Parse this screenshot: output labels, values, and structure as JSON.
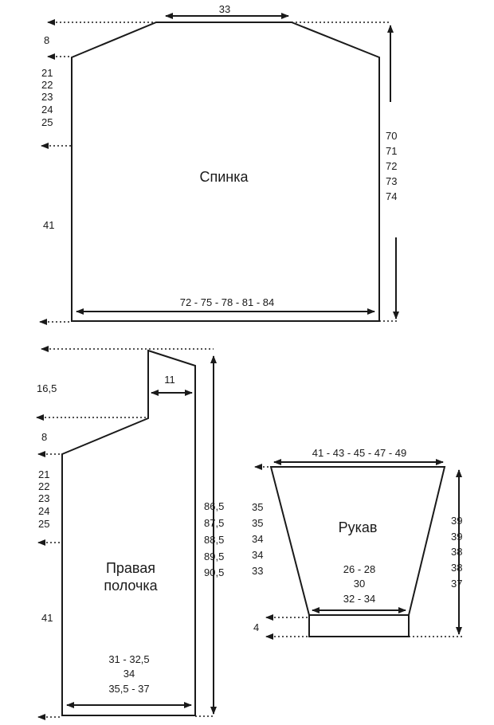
{
  "back": {
    "title": "Спинка",
    "neck_width": "33",
    "shoulder_drop": "8",
    "armhole_depths": [
      "21",
      "22",
      "23",
      "24",
      "25"
    ],
    "side_length": "41",
    "total_lengths": [
      "70",
      "71",
      "72",
      "73",
      "74"
    ],
    "bottom_width": "72 - 75 - 78 - 81 - 84"
  },
  "front": {
    "title_line1": "Правая",
    "title_line2": "полочка",
    "neck_depth": "16,5",
    "neck_width": "11",
    "shoulder_drop": "8",
    "armhole_depths": [
      "21",
      "22",
      "23",
      "24",
      "25"
    ],
    "side_length": "41",
    "total_lengths": [
      "86,5",
      "87,5",
      "88,5",
      "89,5",
      "90,5"
    ],
    "bottom_widths": [
      "31 - 32,5",
      "34",
      "35,5 - 37"
    ]
  },
  "sleeve": {
    "title": "Рукав",
    "top_width": "41 - 43 - 45 - 47 - 49",
    "side_lengths": [
      "35",
      "35",
      "34",
      "34",
      "33"
    ],
    "total_lengths": [
      "39",
      "39",
      "38",
      "38",
      "37"
    ],
    "cuff_widths": [
      "26 - 28",
      "30",
      "32 - 34"
    ],
    "cuff_height": "4"
  }
}
